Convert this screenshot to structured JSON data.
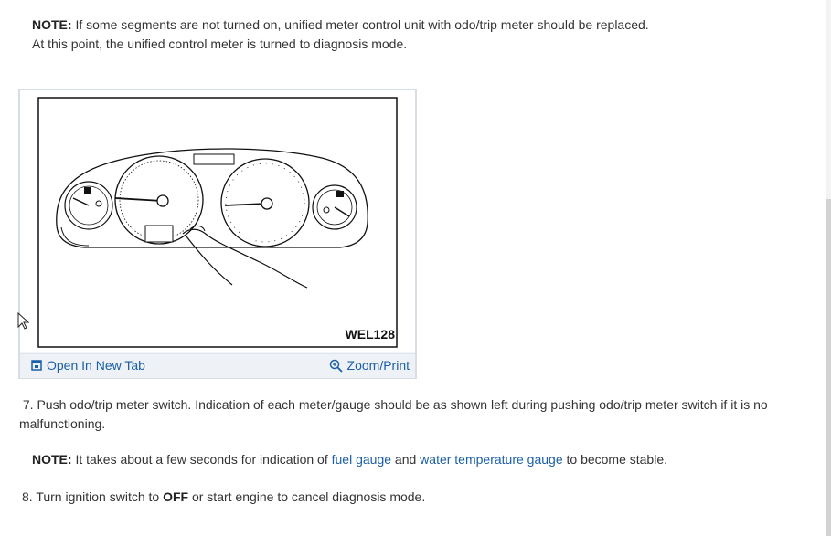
{
  "note1": {
    "label": "NOTE:",
    "text": " If some segments are not turned on, unified meter control unit with odo/trip meter should be replaced.",
    "line2": "At this point, the unified control meter is turned to diagnosis mode."
  },
  "figure": {
    "code": "WEL128",
    "open_tab_label": "Open In New Tab",
    "zoom_label": "Zoom/Print"
  },
  "step7": {
    "line1": "7. Push odo/trip meter switch. Indication of each meter/gauge should be as shown left during pushing odo/trip meter switch if it is no",
    "line2": "malfunctioning."
  },
  "note2": {
    "label": "NOTE:",
    "pre": " It takes about a few seconds for indication of ",
    "link1": "fuel gauge",
    "mid": " and ",
    "link2": "water temperature gauge",
    "post": " to become stable."
  },
  "step8": {
    "pre": "8. Turn ignition switch to ",
    "bold": "OFF",
    "post": " or start engine to cancel diagnosis mode."
  },
  "colors": {
    "link": "#1a5fa8",
    "text": "#333333",
    "figure_border": "#d7dde5"
  }
}
